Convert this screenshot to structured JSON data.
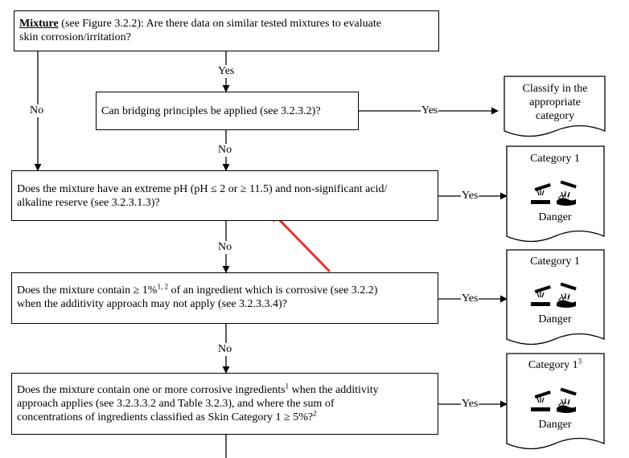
{
  "box1": {
    "bold_word": "Mixture",
    "rest_line1": " (see Figure 3.2.2): Are there data on similar tested mixtures to evaluate",
    "line2": "skin corrosion/irritation?"
  },
  "box2": {
    "text": "Can bridging principles be applied (see 3.2.3.2)?"
  },
  "box3": {
    "line1": "Does the mixture have an extreme pH (pH ≤ 2 or ≥ 11.5) and non-significant acid/",
    "line2": "alkaline reserve (see 3.2.3.1.3)?"
  },
  "box4": {
    "line1_a": "Does the  mixture contain ≥ 1%",
    "line1_sup": "1, 2",
    "line1_b": " of an ingredient which is corrosive (see 3.2.2)",
    "line2": "when the additivity approach may not apply (see 3.2.3.3.4)?"
  },
  "box5": {
    "line1_a": "Does the  mixture contain one or more corrosive ingredients",
    "line1_sup": "1",
    "line1_b": " when the additivity",
    "line2": "approach applies (see 3.2.3.3.2 and Table 3.2.3), and where the sum of",
    "line3_a": "concentrations of ingredients classified as Skin Category 1 ≥ 5%?",
    "line3_sup": "2"
  },
  "labels": {
    "yes": "Yes",
    "no": "No"
  },
  "outcomes": {
    "classify": [
      "Classify in the",
      "appropriate",
      "category"
    ],
    "cat1_a": "Category 1",
    "cat1_b": "Category 1",
    "cat1_c": "Category 1",
    "cat1_c_sup": "3",
    "danger": "Danger"
  },
  "annotation_color": "#e8322a",
  "pictogram_icon": "corrosion-pictogram-icon"
}
